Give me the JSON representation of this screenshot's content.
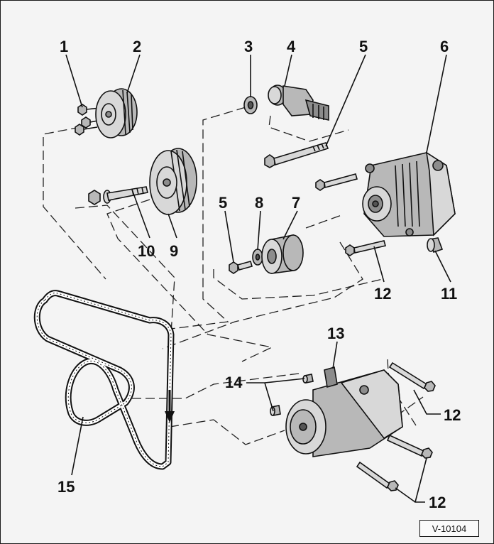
{
  "figure": {
    "reference_code": "V-10104",
    "callouts": [
      {
        "id": "c1",
        "text": "1"
      },
      {
        "id": "c2",
        "text": "2"
      },
      {
        "id": "c3",
        "text": "3"
      },
      {
        "id": "c4",
        "text": "4"
      },
      {
        "id": "c5a",
        "text": "5"
      },
      {
        "id": "c6",
        "text": "6"
      },
      {
        "id": "c5b",
        "text": "5"
      },
      {
        "id": "c8",
        "text": "8"
      },
      {
        "id": "c7",
        "text": "7"
      },
      {
        "id": "c10",
        "text": "10"
      },
      {
        "id": "c9",
        "text": "9"
      },
      {
        "id": "c12a",
        "text": "12"
      },
      {
        "id": "c11",
        "text": "11"
      },
      {
        "id": "c13",
        "text": "13"
      },
      {
        "id": "c14",
        "text": "14"
      },
      {
        "id": "c12b",
        "text": "12"
      },
      {
        "id": "c15",
        "text": "15"
      },
      {
        "id": "c12c",
        "text": "12"
      }
    ]
  },
  "colors": {
    "background": "#f4f4f4",
    "line": "#111111",
    "metal_light": "#d8d8d8",
    "metal_mid": "#b8b8b8",
    "metal_dark": "#555555"
  }
}
